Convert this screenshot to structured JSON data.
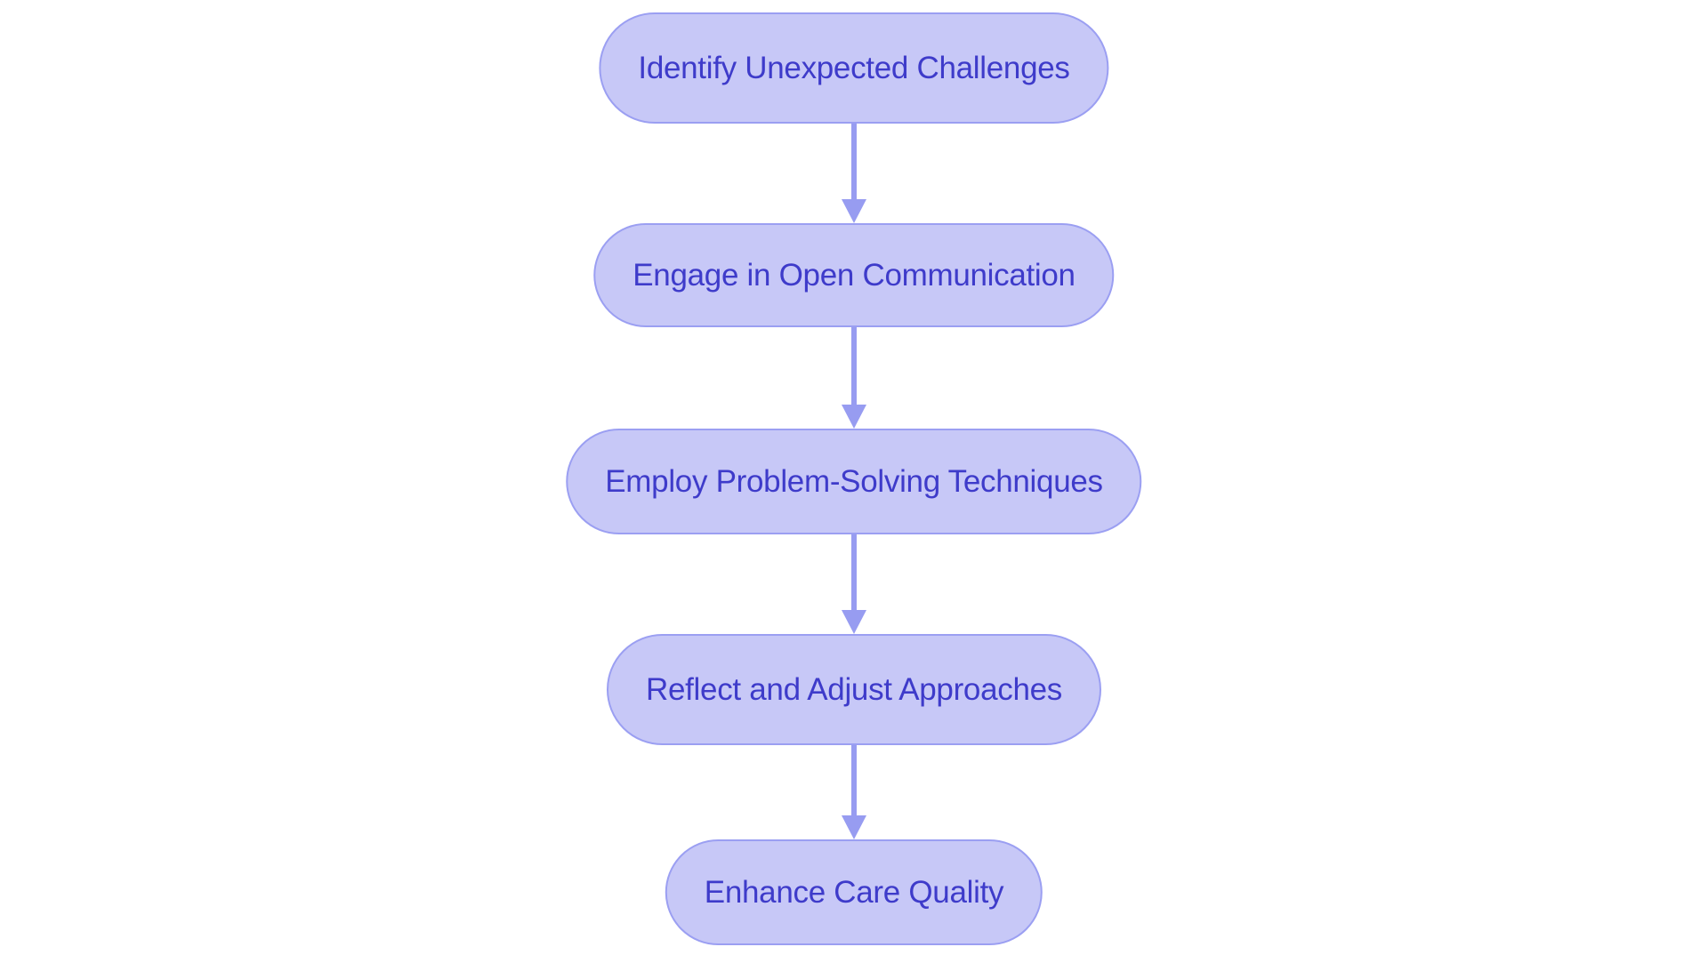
{
  "diagram": {
    "type": "flowchart",
    "direction": "top-down",
    "background": "#ffffff",
    "colors": {
      "node_fill": "#c7c8f7",
      "node_border": "#9b9ff2",
      "text_color": "#3e3bca",
      "arrow_color": "#979cf1"
    },
    "nodes": [
      {
        "id": "step-1",
        "label": "Identify Unexpected Challenges"
      },
      {
        "id": "step-2",
        "label": "Engage in Open Communication"
      },
      {
        "id": "step-3",
        "label": "Employ Problem-Solving Techniques"
      },
      {
        "id": "step-4",
        "label": "Reflect and Adjust Approaches"
      },
      {
        "id": "step-5",
        "label": "Enhance Care Quality"
      }
    ],
    "edges": [
      {
        "from": "step-1",
        "to": "step-2"
      },
      {
        "from": "step-2",
        "to": "step-3"
      },
      {
        "from": "step-3",
        "to": "step-4"
      },
      {
        "from": "step-4",
        "to": "step-5"
      }
    ]
  }
}
